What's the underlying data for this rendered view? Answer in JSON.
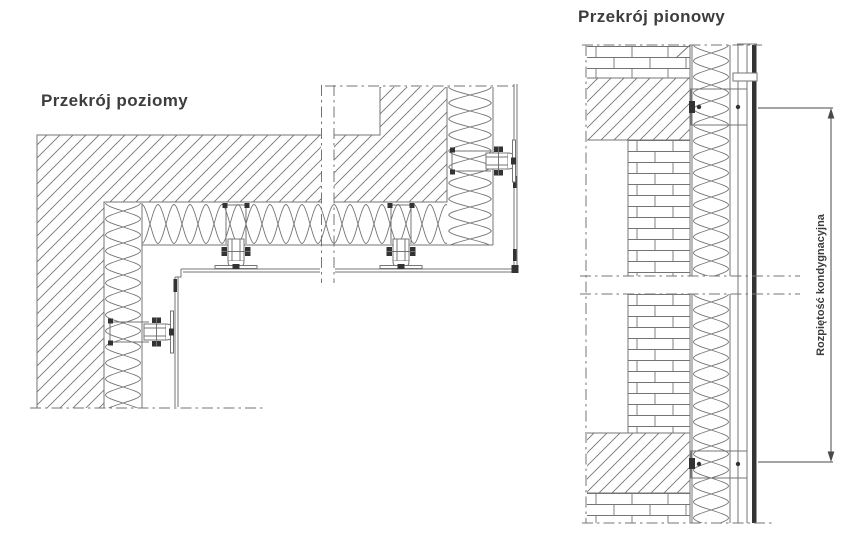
{
  "titles": {
    "horizontal": "Przekrój poziomy",
    "vertical": "Przekrój pionowy"
  },
  "dimension": {
    "label": "Rozpiętość kondygnacyjna"
  },
  "drawing": {
    "horizontal_section_parts": [
      "wall-concrete",
      "mineral-wool-insulation",
      "fixing-brackets",
      "vertical-profiles",
      "facade-cladding",
      "section-break-lines"
    ],
    "vertical_section_parts": [
      "brick-wall",
      "concrete-floor-slabs",
      "mineral-wool-insulation",
      "fixing-brackets",
      "facade-cladding",
      "section-break-lines",
      "storey-span-dimension"
    ]
  },
  "colors": {
    "line": "#747474",
    "dark": "#333333",
    "text": "#3d3d3d",
    "dim": "#4a4a4a",
    "background": "#ffffff"
  }
}
